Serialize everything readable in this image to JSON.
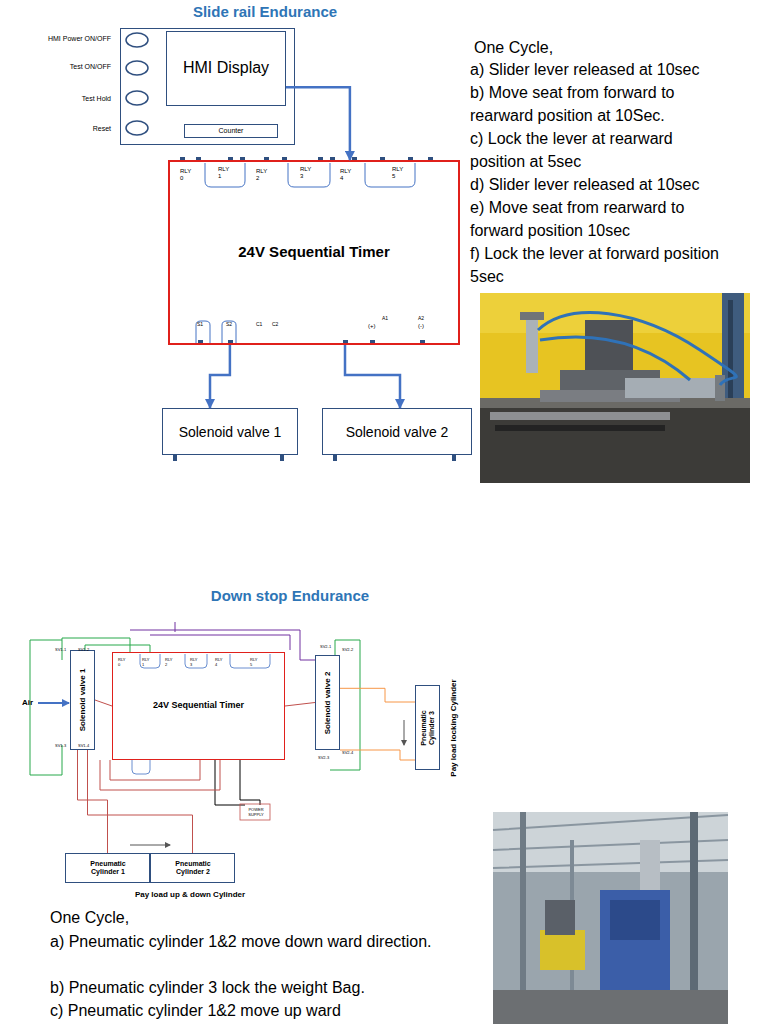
{
  "diagram": {
    "title": "Slide rail Endurance",
    "nodes": [
      {
        "text": [
          "HMI Power ON/OFF",
          "Test ON/OFF",
          "Test Hold",
          "Reset"
        ]
      },
      {
        "text": [
          "HMI Display"
        ],
        "in": 0
      },
      {
        "text": [
          "Counter"
        ],
        "in": 0
      },
      {
        "text": [
          "24V Sequential Timer"
        ]
      },
      {
        "text": [
          "Solenoid valve 1"
        ]
      },
      {
        "text": [
          "Solenoid valve 2"
        ]
      },
      {
        "text": [
          "Solenoid valve 1"
        ]
      },
      {
        "text": [
          "24V Sequential Timer"
        ]
      },
      {
        "text": [
          "Solenoid valve 2"
        ]
      },
      {
        "text": [
          "Pneumatic Cylinder 3",
          "Pay load locking Cylinder"
        ]
      },
      {
        "text": [
          "Pneumatic Cylinder 1"
        ]
      },
      {
        "text": [
          "Pneumatic Cylinder 2"
        ]
      }
    ],
    "edges": [
      {
        "from": 1,
        "to": 3,
        "arrow": "to"
      },
      {
        "from": 3,
        "to": 4,
        "arrow": "to"
      },
      {
        "from": 3,
        "to": 5,
        "arrow": "to"
      },
      {
        "from": 6,
        "to": 7,
        "arrow": "none"
      },
      {
        "from": 7,
        "to": 8,
        "arrow": "none"
      },
      {
        "from": 8,
        "to": 9,
        "arrow": "none"
      },
      {
        "from": 6,
        "to": 10,
        "arrow": "none"
      },
      {
        "from": 6,
        "to": 11,
        "arrow": "none"
      }
    ],
    "labels": [
      "Down stop Endurance",
      "RLY 0",
      "RLY 1",
      "RLY 2",
      "RLY 3",
      "RLY 4",
      "RLY 5",
      "S1",
      "S2",
      "C1",
      "C2",
      "A1",
      "(+)",
      "A2",
      "(-)",
      "One Cycle,",
      "a) Slider lever released at 10sec",
      "b) Move seat from forward to rearward position at 10Sec.",
      "c) Lock the lever at rearward position at 5sec",
      "d) Slider lever released at 10sec",
      "e) Move seat from rearward to forward position 10sec",
      "f) Lock the lever at forward position 5sec",
      "RLY 0",
      "RLY 1",
      "RLY 2",
      "RLY 3",
      "RLY 4",
      "RLY 5",
      "Air",
      "SV1-1",
      "SV1-2",
      "SV1-3",
      "SV1-4",
      "SV2-1",
      "SV2-2",
      "SV2-3",
      "SV2-4",
      "POWER SUPPLY",
      "Pay load up & down Cylinder",
      "One Cycle,",
      "a) Pneumatic cylinder 1&2 move down ward direction.",
      "b) Pneumatic cylinder 3 lock the weight Bag.",
      "c) Pneumatic cylinder 1&2 move up ward"
    ]
  }
}
